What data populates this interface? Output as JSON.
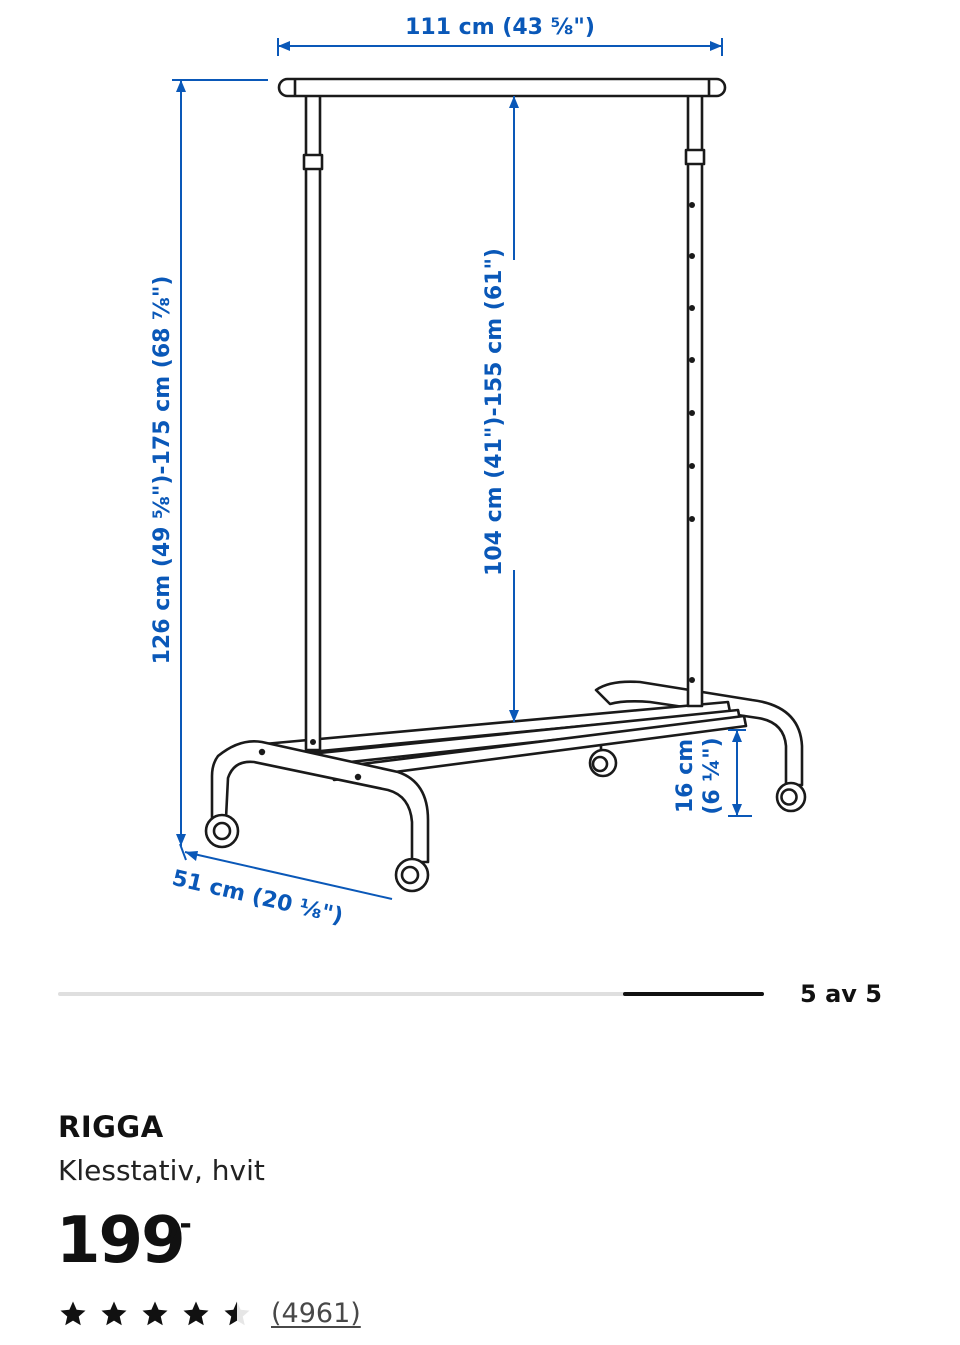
{
  "product_image": {
    "dimensions": {
      "width": "111 cm (43 ⅝\")",
      "height": "126 cm (49 ⅝\")-175 cm (68 ⅞\")",
      "rail_height": "104 cm (41\")-155 cm (61\")",
      "depth": "51 cm (20 ⅛\")",
      "shelf_height_cm": "16 cm",
      "shelf_height_in": "(6 ¼\")"
    }
  },
  "gallery": {
    "current": 5,
    "total": 5,
    "counter_label": "5 av 5"
  },
  "product": {
    "name": "RIGGA",
    "description": "Klesstativ, hvit",
    "price": "199",
    "price_suffix": ",-"
  },
  "rating": {
    "stars": 4.5,
    "max_stars": 5,
    "review_count_label": "(4961)"
  },
  "colors": {
    "dimension_blue": "#0a58b8",
    "ink": "#1a1a1a"
  },
  "icons": {
    "star_full": "star-icon",
    "star_half": "star-half-icon"
  }
}
